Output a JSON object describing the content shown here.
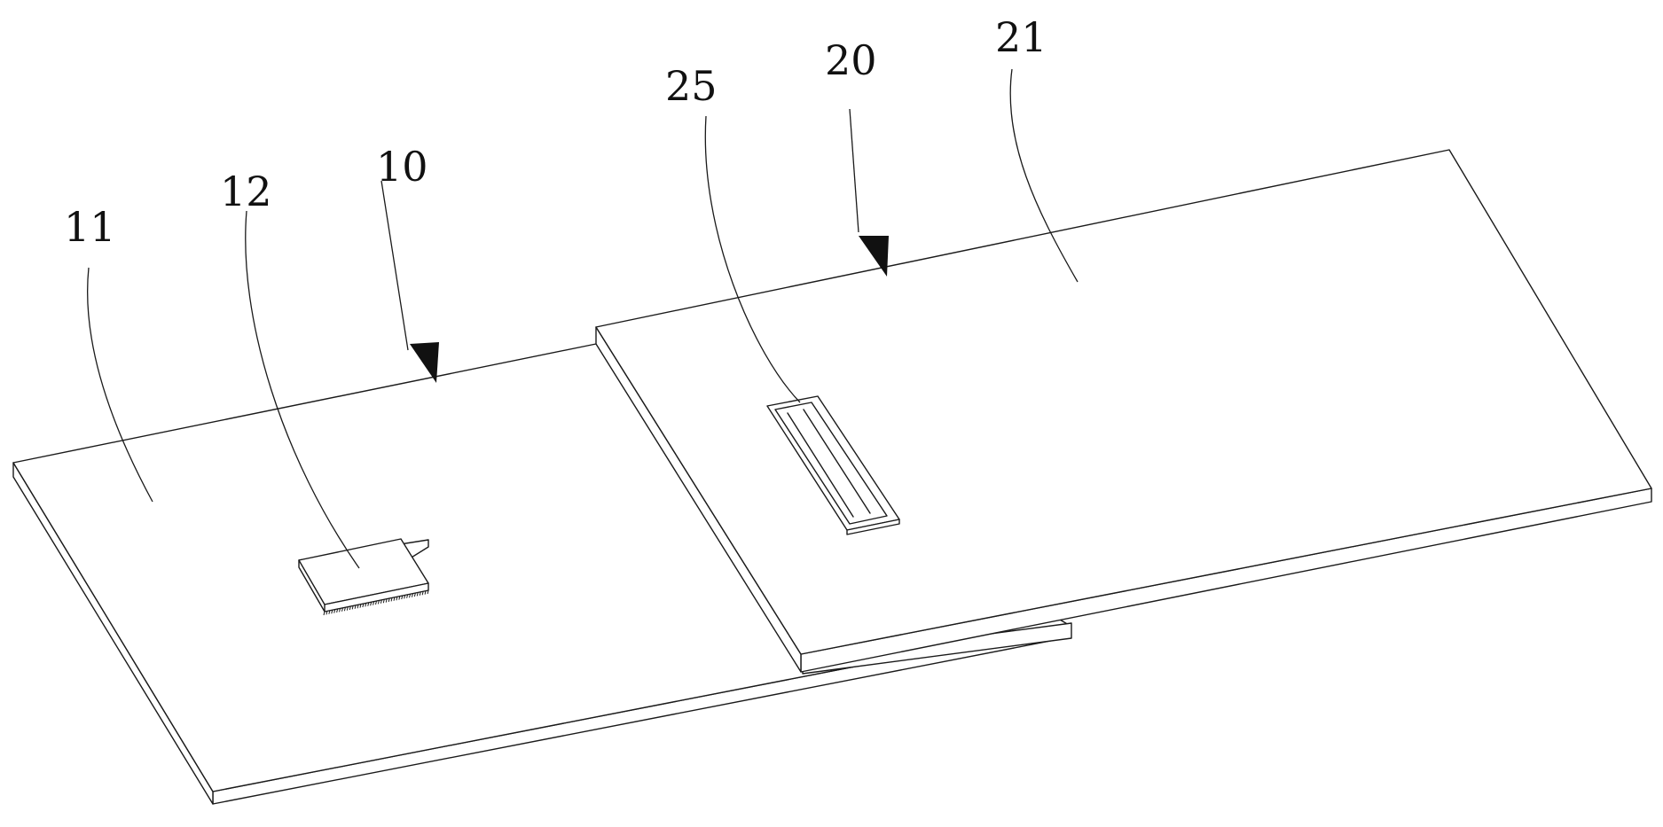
{
  "drawing": {
    "labels": {
      "board_first": "10",
      "board_first_surface": "11",
      "chip": "12",
      "board_second": "20",
      "board_second_surface": "21",
      "connector": "25"
    }
  }
}
